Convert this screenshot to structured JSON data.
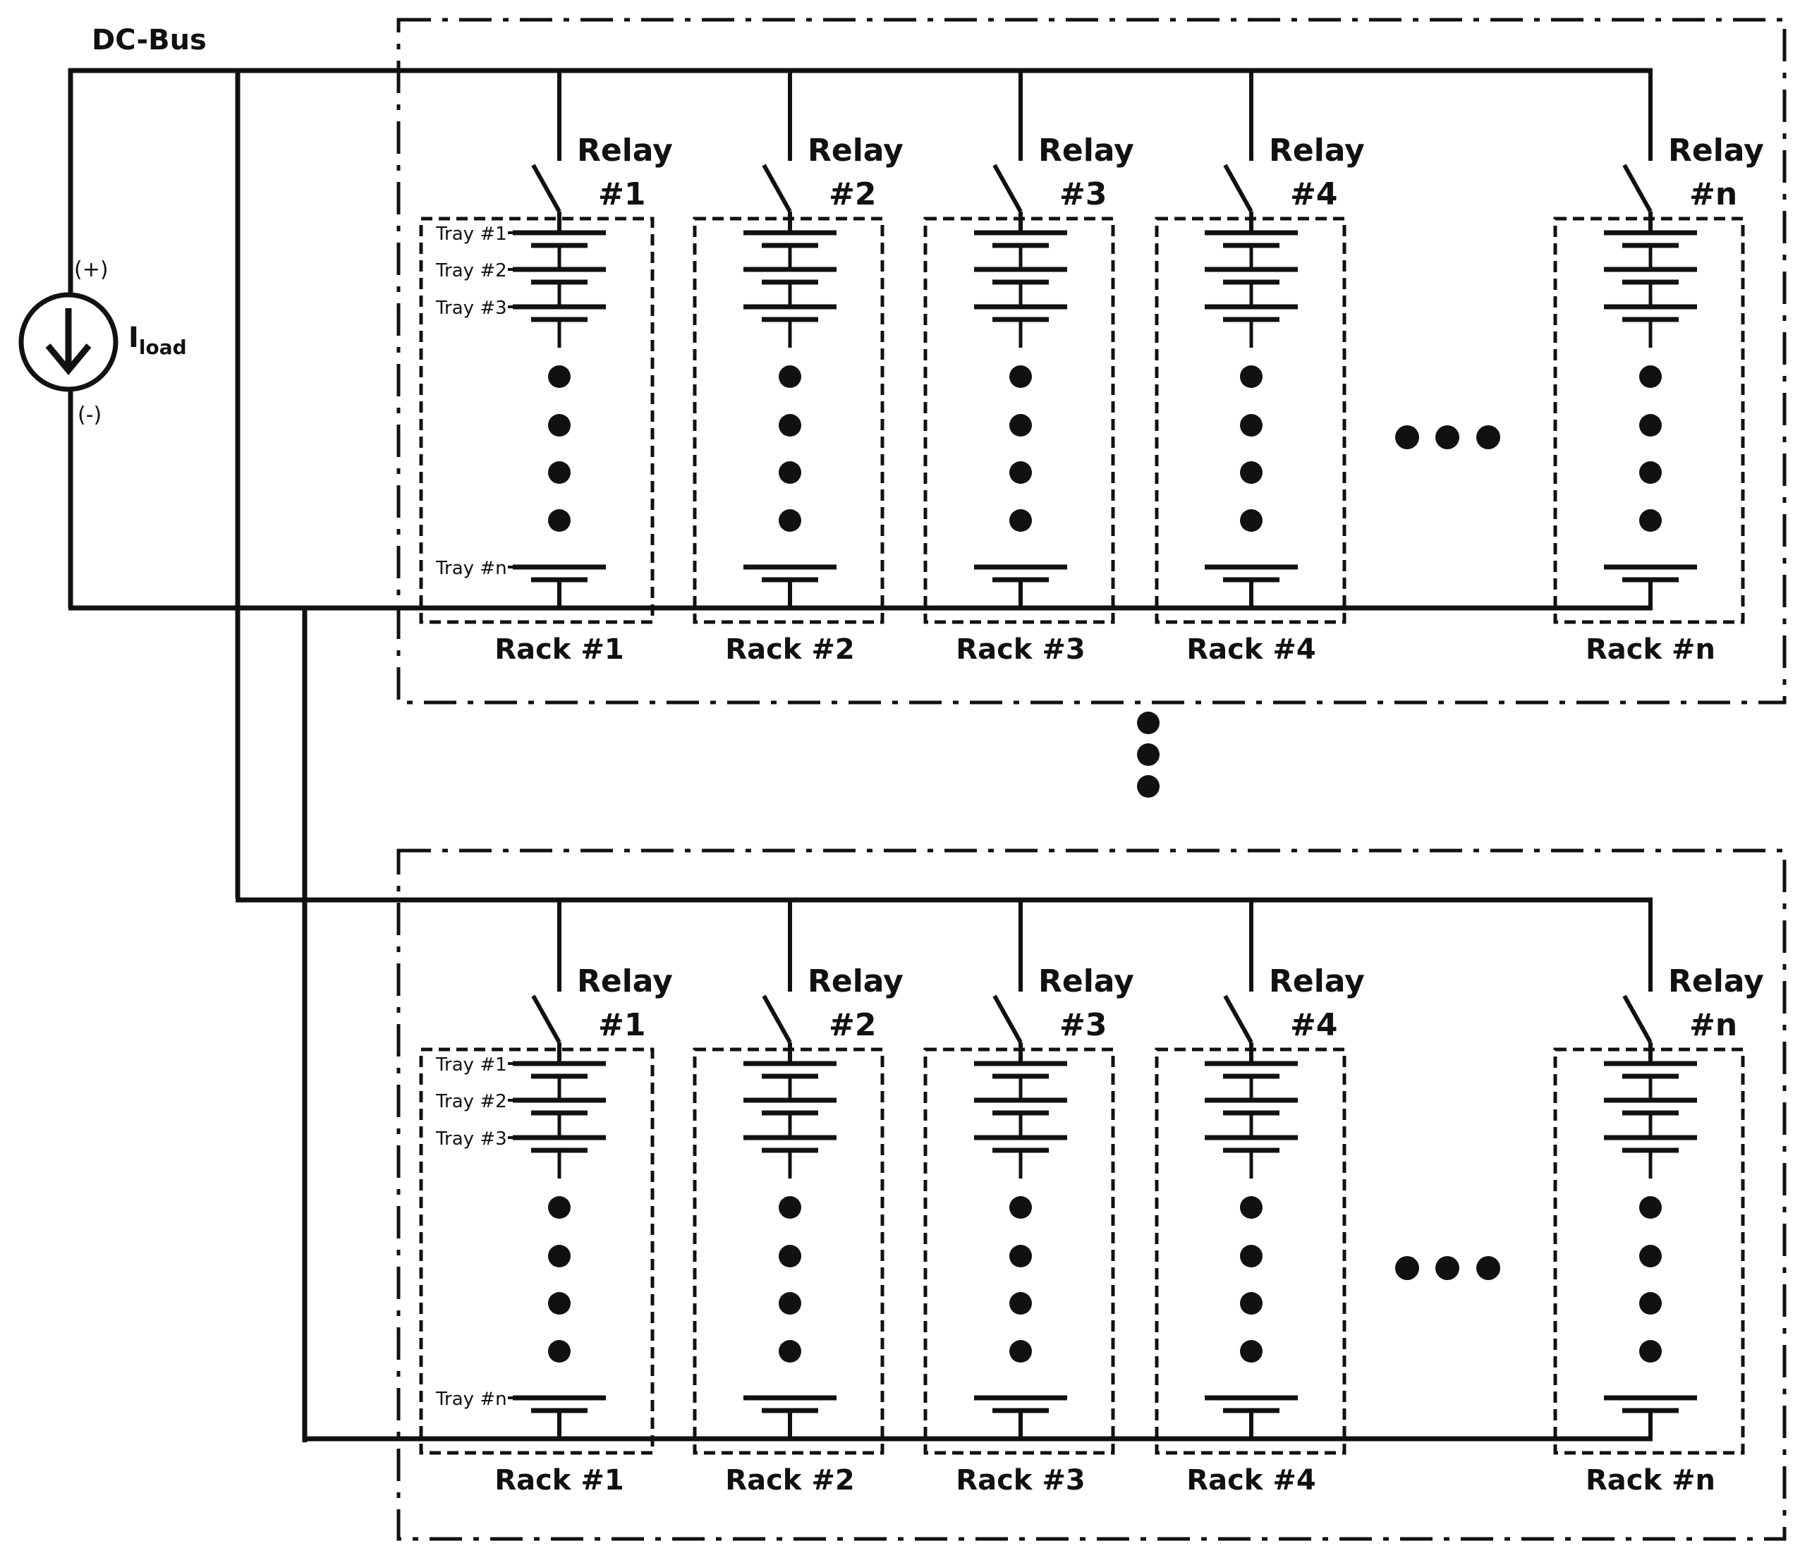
{
  "title": "DC-Bus",
  "source": {
    "plus": "(+)",
    "minus": "(-)",
    "current_main": "I",
    "current_sub": "load"
  },
  "relays": [
    {
      "word": "Relay",
      "num": "#1"
    },
    {
      "word": "Relay",
      "num": "#2"
    },
    {
      "word": "Relay",
      "num": "#3"
    },
    {
      "word": "Relay",
      "num": "#4"
    },
    {
      "word": "Relay",
      "num": "#n"
    }
  ],
  "racks": [
    "Rack #1",
    "Rack #2",
    "Rack #3",
    "Rack #4",
    "Rack #n"
  ],
  "trays": [
    "Tray #1",
    "Tray #2",
    "Tray #3",
    "Tray #n"
  ],
  "colors": {
    "stroke": "#111111",
    "background": "#ffffff"
  }
}
